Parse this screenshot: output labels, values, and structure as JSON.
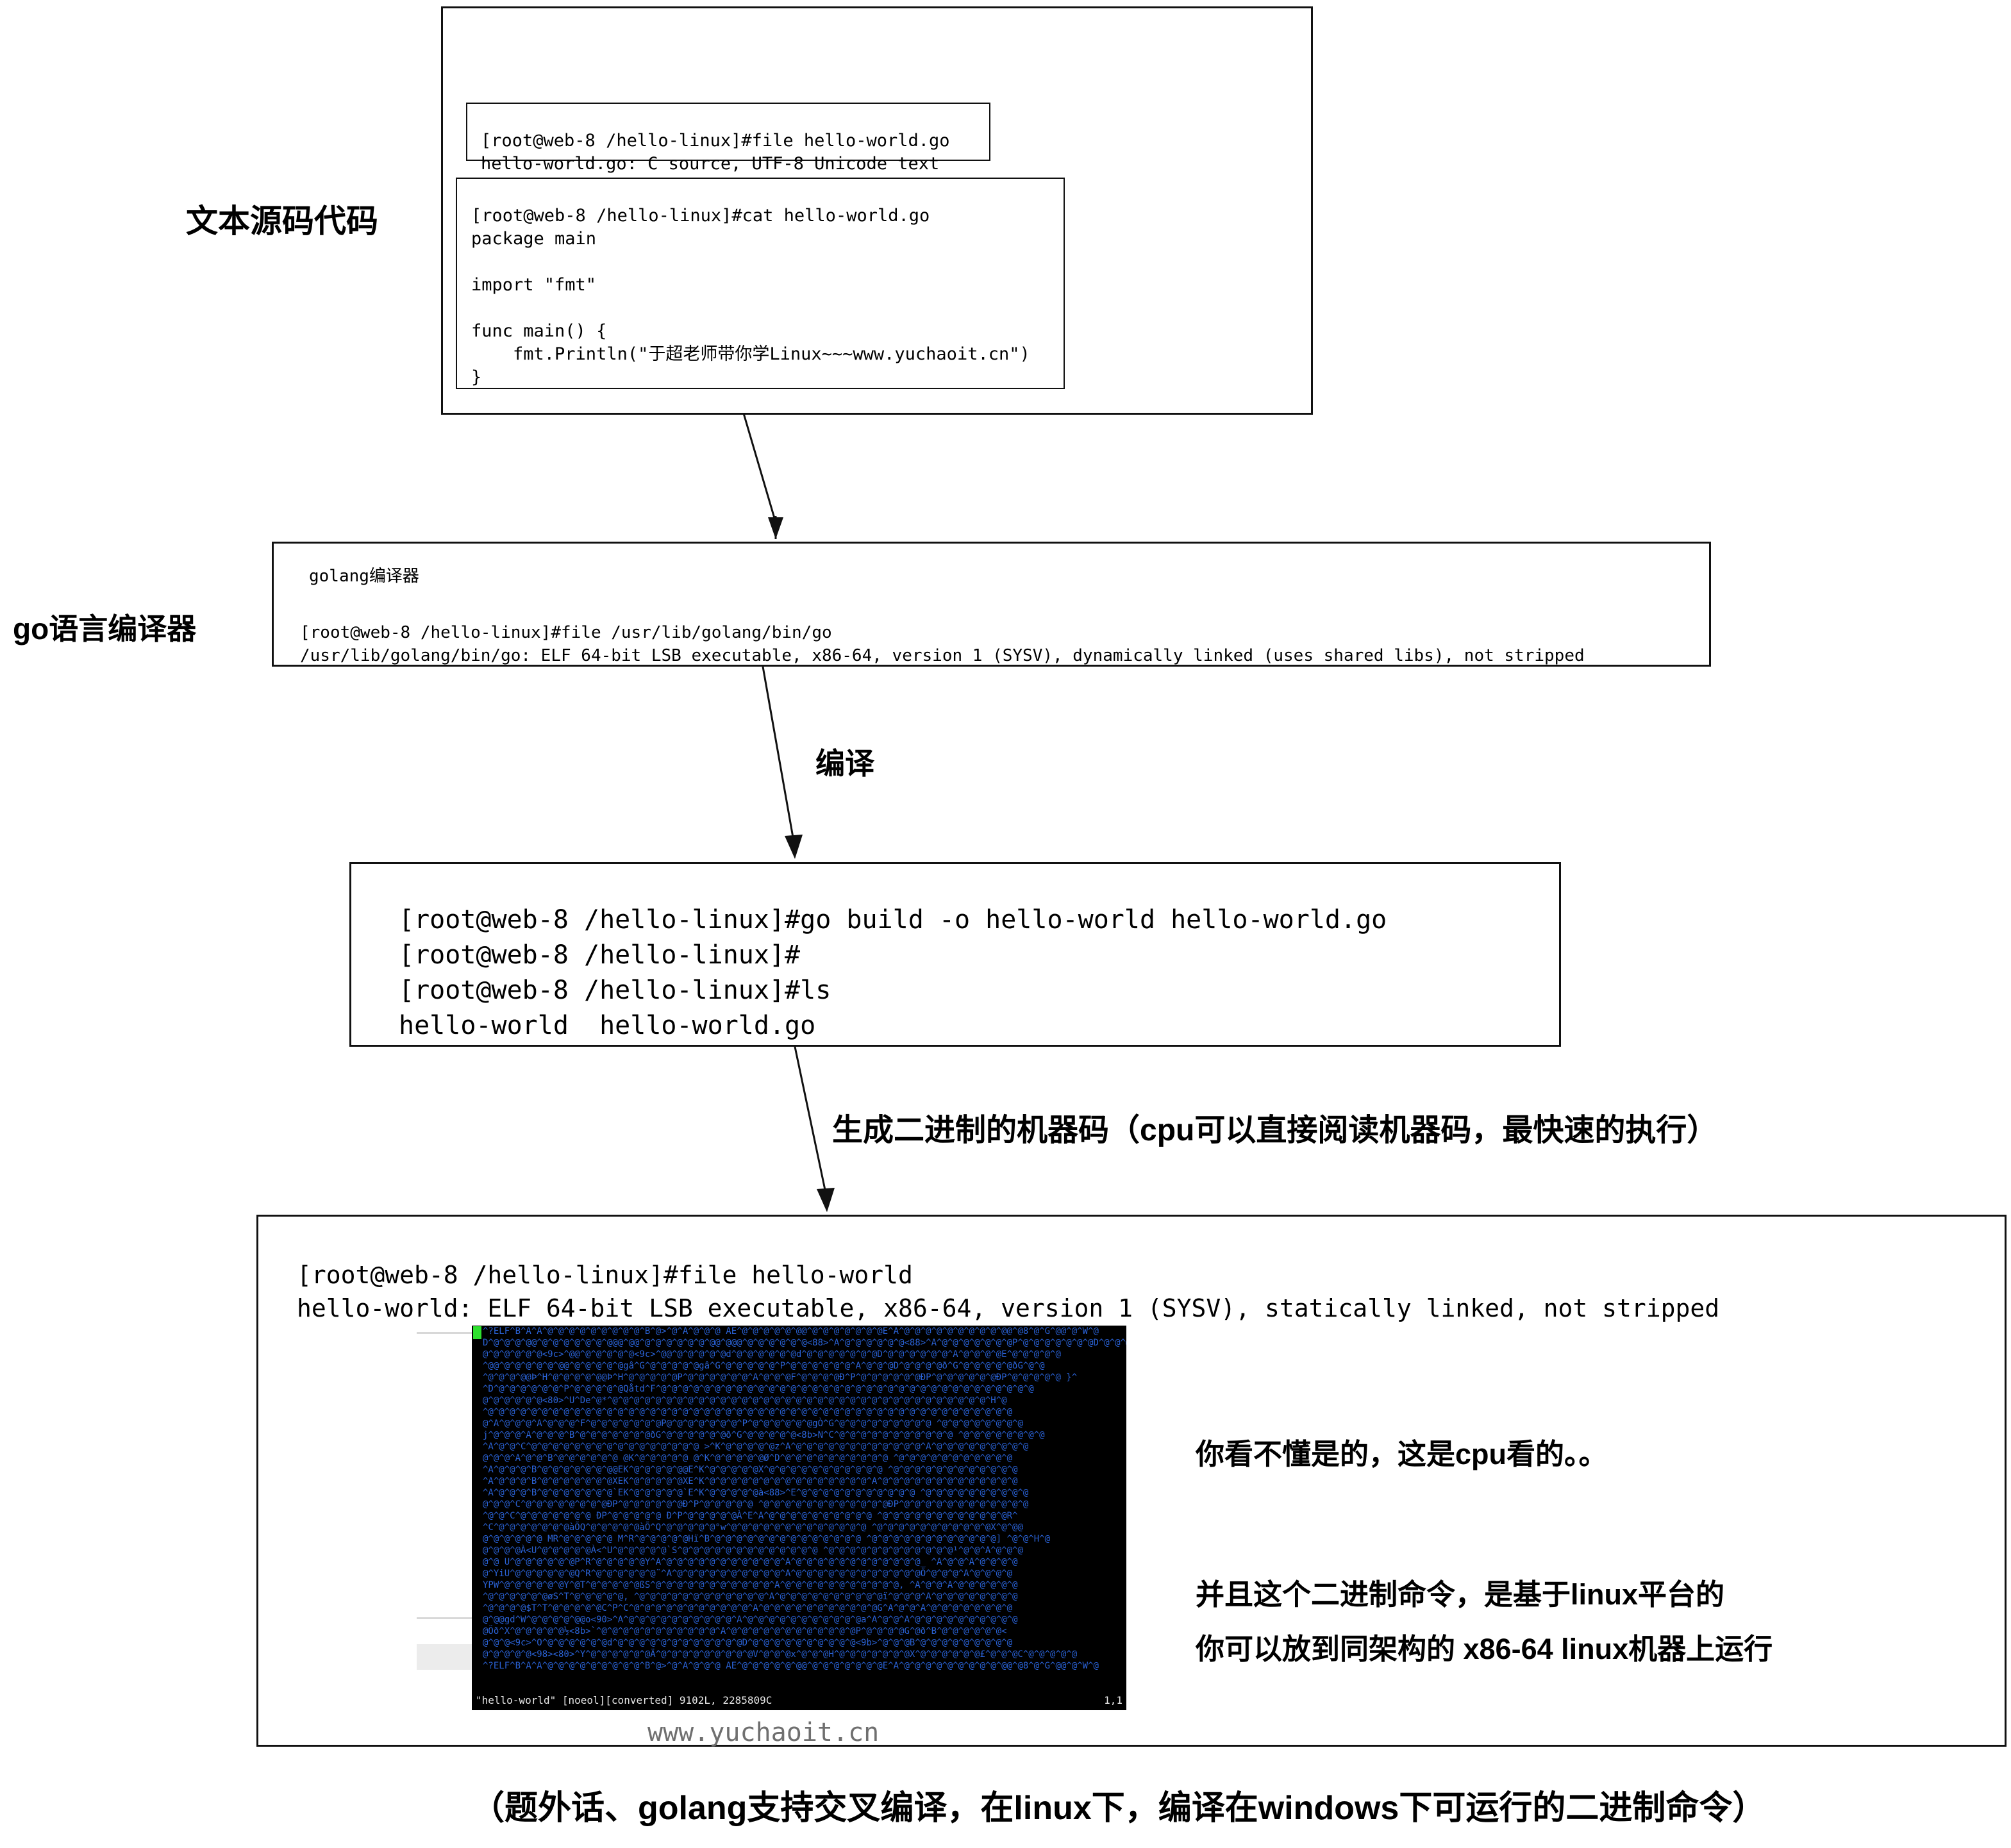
{
  "labels": {
    "source_code": "文本源码代码",
    "go_compiler": "go语言编译器",
    "compile": "编译",
    "machine_code": "生成二进制的机器码（cpu可以直接阅读机器码，最快速的执行）",
    "note_cpu": "你看不懂是的，这是cpu看的。。",
    "note_platform_line1": "并且这个二进制命令，是基于linux平台的",
    "note_platform_line2": "你可以放到同架构的 x86-64 linux机器上运行",
    "bottom_caption": "（题外话、golang支持交叉编译，在linux下，编译在windows下可运行的二进制命令）",
    "watermark": "www.yuchaoit.cn"
  },
  "source_block": {
    "file_command": "[root@web-8 /hello-linux]#file hello-world.go\nhello-world.go: C source, UTF-8 Unicode text",
    "cat_command": "[root@web-8 /hello-linux]#cat hello-world.go\npackage main\n\nimport \"fmt\"\n\nfunc main() {\n    fmt.Println(\"于超老师带你学Linux~~~www.yuchaoit.cn\")\n}"
  },
  "compiler_block": {
    "title": "golang编译器",
    "text": "[root@web-8 /hello-linux]#file /usr/lib/golang/bin/go\n/usr/lib/golang/bin/go: ELF 64-bit LSB executable, x86-64, version 1 (SYSV), dynamically linked (uses shared libs), not stripped"
  },
  "build_block": {
    "text": "[root@web-8 /hello-linux]#go build -o hello-world hello-world.go\n[root@web-8 /hello-linux]#\n[root@web-8 /hello-linux]#ls\nhello-world  hello-world.go"
  },
  "binary_block": {
    "text": "[root@web-8 /hello-linux]#file hello-world\nhello-world: ELF 64-bit LSB executable, x86-64, version 1 (SYSV), statically linked, not stripped"
  },
  "vim": {
    "status_left": "\"hello-world\" [noeol][converted] 9102L, 2285809C",
    "status_right": "1,1",
    "cursor_color": "#2ee02e",
    "text_color": "#2a62d6",
    "bg_color": "#000000",
    "dump_lines": [
      "^?ELF^B^A^A^@^@^@^@^@^@^@^@^@^B^@>^@^A^@^@^@ AE^@^@^@^@^@^@@^@^@^@^@^@^@^@E^A^@^@^@^@^@^@^@^@^@^@@^@8^@^G^@@^@^W^@",
      "D^@^@^@^@@^@^@^@^@^@^@^@@@^@@^@^@^@^@^@^@^@@^@@@^@^@^@^@^@^@<88>^A^@^@^@^@^@^@<88>^A^@^@^@^@^@^@^@P^@^@^@^@^@^@^@D^@^@^@D",
      "@^@^@^@^@^@<9c>^@@^@^@^@^@^@<9c>^@@^@^@^@^@^@d^@^@^@^@^@^@d^@^@^@^@^@^@^@D^@^@^@^@^@^@^A^@^@^@^@E^@^@^@^@^@",
      "^@@^@^@^@^@^@^@@^@^@^@^@^@gâ^G^@^@^@^@^@gâ^G^@^@^@^@^@^P^@^@^@^@^@^@^A^@^@^@D^@^@^@^@ð^G^@^@^@^@^@ðG^@^@",
      "^@^@^@^@@Þ^H^@^@^@^@^@@Þ^H^@^@^@^@^@P^@^@^@^@^@^@^A^@^@^@F^@^@^@^@Ð^P^@^@^@^@^@^@ÐP^@^@^@^@^@^@ÐP^@^@^@^@^@ }^",
      "^D^@^@^@^@^@^@^P^@^@^@^@^@Qåtd^F^@^@^@^@^@^@^@^@^@^@^@^@^@^@^@^@^@^@^@^@^@^@^@^@^@^@^@^@^@^@^@^@^@^@^@",
      "@^@^@^@^@^@<80>^U^De^@*^@^@^@^@^@^@^@^@^@^@^@^@^@^@^@^@^@^@^@^@^@^@^@^@^@^@^@^@^@^@^@^@^@^@^@^H^@",
      "^@^@^@^@^@^@^@^@^@^@^@^@^@^@^@^@^@^@^@^@^@^@^@^@^@^@^@^@^@^@^@^@^@^@^@^@^@^@^@^@^@^@^@^@^@^@^@^@^@",
      "@^A^@^@^@^A^@^@^@^F^@^@^@^@^@^@^@P@^@^@^@^@^@^@^P^@^@^@^@^@^@gÒ^G^@^@^@^@^@^@^@^@^@ ^@^@^@^@^@^@^@^@",
      "j^@^@^@^A^@^@^@^B^@^@^@^@^@^@^@ðG^@^@^@^@^@^@ð^G^@^@^@^@^@<8b>N^C^@^@^@^@^@^@^@^@^@^@^@ ^@^@^@^@^@^@^@^@",
      "^A^@^@^C^@^@^@^@^@^@^@^@^@^@^@^@^@^@^@^@ >^K^@^@^@^@^@z^A^@^@^@^@^@^@^@^@^@^@^@^@^A^@^@^@^@^@^@^@^@^@",
      "@^@^@^A^@^@^B^@^@^@^@^@^@ @K^@^@^@^@^@ @^K^@^@^@^@^@Ø^D^@^@^@^@^@^@^@^@^@^@ ^@^@^@^@^@^@^@^@^@^@^@",
      "^A^@^@^@^B^@^@^@^@^@^@^@@EK^@^@^@^@^@@E^K^@^@^@^@^@X^@^@^@^@^@^@^@^@^@^@^@ ^@^@^@^@^@^@^@^@^@^@^@^@",
      "^A^@^@^@^B^@^@^@^@^@^@^@XEK^@^@^@^@^@XE^K^@^@^@^@^@^@^@^@^@^@^@^@^@^@^@^A^@^@^@^@^@^@^@^@^@^@^@^@^@",
      "^A^@^@^@^B^@^@^@^@^@^@^@`EK^@^@^@^@^@`E^K^@^@^@^@^@à<88>^E^@^@^@^@^@^@^@^@^@^@^@ ^@^@^@^@^@^@^@^@^@^@",
      "@^@^@^C^@^@^@^@^@^@^@^@ÐP^@^@^@^@^@^@Ð^P^@^@^@^@^@ ^@^@^@^@^@^@^@^@^@^@^@^@ÐP^@^@^@^@^@^@^@^@^@^@^@^@",
      "^@^@^C^@^@^@^@^@^@^@ ÐP^@^@^@^@^@ Ð^P^@^@^@^@^@À^E^A^@^@^@^@^@^@^@^@^@^@ ^@^@^@^@^@^@^@^@^@^@^@^@R^",
      "^C^@^@^@^@^@^@^@àÕQ^@^@^@^@^@àÕ^Q^@^@^@^@^@°w^@^@^@^@^@^@^@^@^@^@^@^@^@ ^@^@^@^@^@^@^@^@^@^@^@X^@^@@",
      "@^@^@^@^@^@ MR^@^@^@^@^@ M^R^@^@^@^@^@Hï^B^@^@^@^@^@^@^@^@^@^@^@^@^@^@ ^@^@^@^@^@^@^@^@^@^@^@^@] ^@^@^H^@",
      "@^@^@^@À<U^@^@^@^@^@À<^U^@^@^@^@^@`S^@^@^@^@^@^@^@^@^@^@^@^@^@ ^@^@^@^@^@^@^@^@^@^@^@^@¹^@^@^A^@^@^@",
      "@^@ U^@^@^@^@^@^@P^R^@^@^@^@^@Y^A^@^@^@^@^@^@^@^@^@^@^@^A^@^@^@^@^@^@^@^@^@^@^@^@_ ^A^@^@^A^@^@^@^@",
      "@^YiU^@^@^@^@^@^@Q^R^@^@^@^@^@^@¨^A^@^@^@^@^@^@^@^@^@^@^A^@^@^@^@^@^@^@^@^@^@^@^@Ö^@^@^@^A^@^@^@^@",
      "YPW^@^@^@^@^@^@Y^@T^@^@^@^@^@ßS^@^@^@^@^@^@^@^@^@^@^@^A^@^@^@^@^@^@^@^@^@^@^@, ^A^@^@^A^@^@^@^@^@^@",
      "^@^@^@^@^@^@øS^T^@^@^@^@^@, ^@^@^@^@^@^@^@^@^@^@^@^@^A^@^@^@^@^@^@^@^@^@^@ï^@^@^@^A^@^@^@^@^@^@^@^@",
      "^@^@^@^@$T^T^@^@^@^@^@C^P^C^@^@^@^@^@^@^@^@^@^@^@^A^@^@^@^@^@^@^@^@^@^@^@G^A^@^@^A^@^@^@^@^@^@^@^@",
      "@^@@gd^W^@^@^@^@^@@o<90>^A^@^@^@^@^@^@^@^@^@^@^A^@^@^@^@^@^@^@^@^@^@^@a^A^@^@^A^@^@^@^@^@^@^@^@^@^@",
      "@Öð^X^@^@^@^@^@½<8b>`^@^@^@^@^@^@^@^@^@^@^@^A^@^@^@^@^@^@^@^@^@^@^@^@P^@^@^@^@G^@ð^B^@^@^@^@^@^@<",
      "@^@^@<9c>^O^@^@^@^@^@^@d^@^@^@^@^@^@^@^@^@^@^@^@D^@^@^@^@^@^@^@^@^@^@<9b>^@^@^@B^@^@^@^@^@^@^@^@^@",
      "@^@^@^@^@<98><80>^Y^@^@^@^@^@^@Ä^@^@^@^@^@^@^@^@^@V^@^@^@x^@^@^@H^@^@^@^@^@^@^@X^@^@^@^@^@^@£^@^@^@C^@^@^@^@^@"
    ]
  }
}
